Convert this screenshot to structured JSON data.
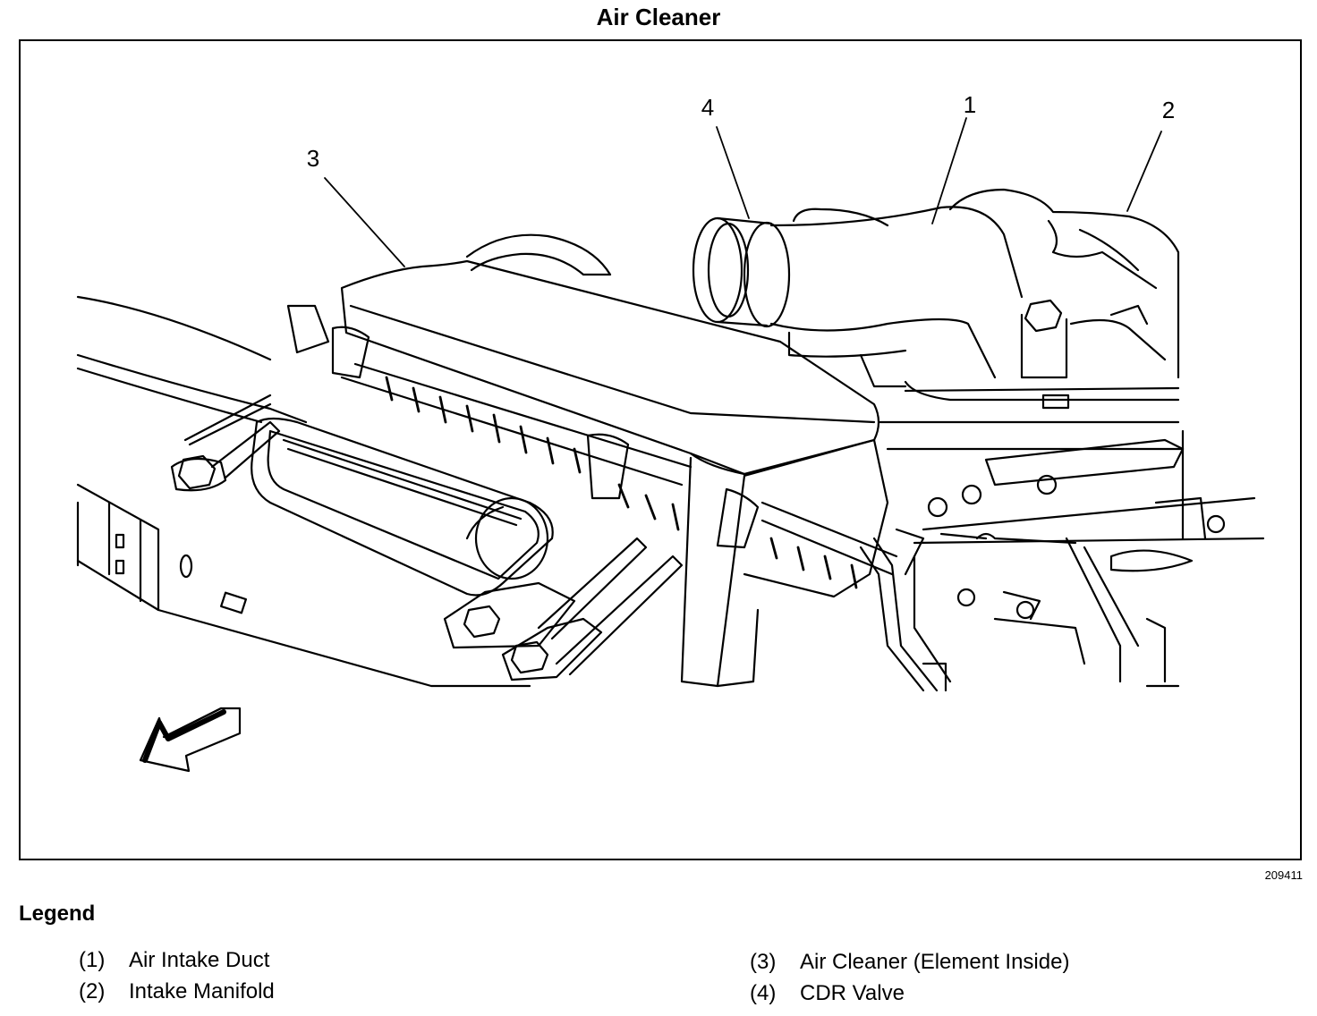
{
  "title": "Air Cleaner",
  "figure_number": "209411",
  "callouts": [
    "1",
    "2",
    "3",
    "4"
  ],
  "legend": {
    "heading": "Legend",
    "items": [
      {
        "number": "(1)",
        "label": "Air Intake Duct"
      },
      {
        "number": "(2)",
        "label": "Intake Manifold"
      },
      {
        "number": "(3)",
        "label": "Air Cleaner (Element Inside)"
      },
      {
        "number": "(4)",
        "label": "CDR Valve"
      }
    ]
  }
}
